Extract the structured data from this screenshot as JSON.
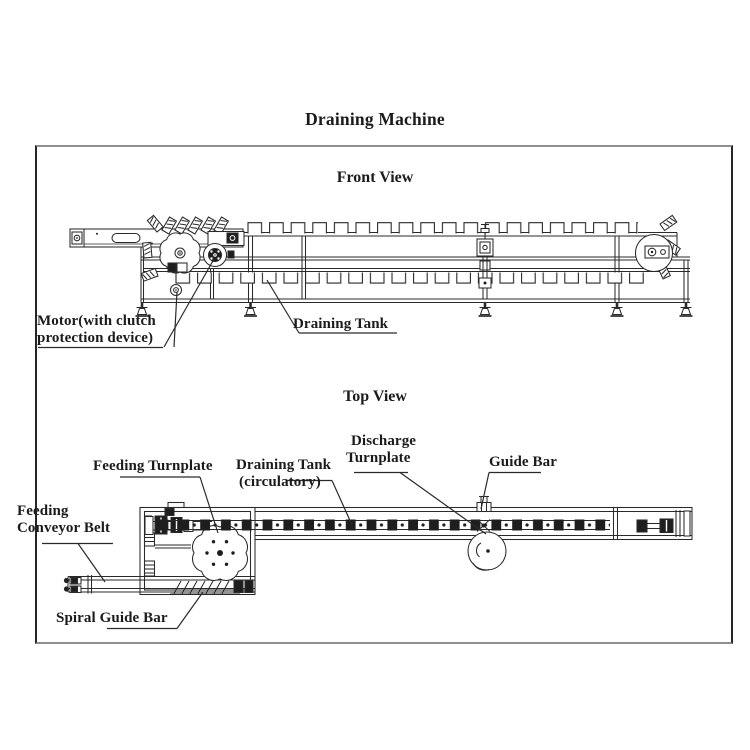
{
  "title": "Draining Machine",
  "front": {
    "heading": "Front View",
    "motor_label_line1": "Motor(with clutch",
    "motor_label_line2": "protection device)",
    "draining_tank_label": "Draining Tank"
  },
  "top": {
    "heading": "Top View",
    "feeding_turnplate_label": "Feeding Turnplate",
    "draining_tank_label_line1": "Draining Tank",
    "draining_tank_label_line2": "(circulatory)",
    "discharge_turnplate_label_line1": "Discharge",
    "discharge_turnplate_label_line2": "Turnplate",
    "guide_bar_label": "Guide Bar",
    "feeding_conveyor_label_line1": "Feeding",
    "feeding_conveyor_label_line2": "Conveyor Belt",
    "spiral_guide_bar_label": "Spiral Guide Bar"
  },
  "colors": {
    "line": "#2a2a2a",
    "dark_fill": "#1e1e1e",
    "text": "#1b1b1b",
    "border_gray": "#8f8f8f",
    "border_dark": "#252525"
  }
}
